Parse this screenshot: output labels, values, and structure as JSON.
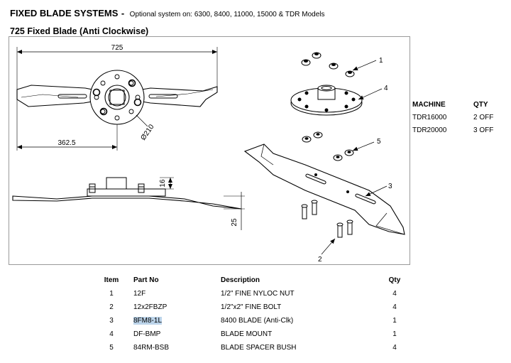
{
  "header": {
    "title": "FIXED BLADE SYSTEMS",
    "dash": "-",
    "subtitle": "Optional system on:  6300, 8400, 11000, 15000 & TDR Models"
  },
  "section_title": "725 Fixed Blade (Anti Clockwise)",
  "dimensions": {
    "overall_length": "725",
    "half_length": "362.5",
    "mount_diameter": "Ø210",
    "mount_height": "16",
    "blade_drop": "25"
  },
  "callouts": [
    "1",
    "2",
    "3",
    "4",
    "5"
  ],
  "machine_table": {
    "headers": [
      "MACHINE",
      "QTY"
    ],
    "rows": [
      [
        "TDR16000",
        "2 OFF"
      ],
      [
        "TDR20000",
        "3 OFF"
      ]
    ]
  },
  "parts_table": {
    "headers": [
      "Item",
      "Part No",
      "Description",
      "Qty"
    ],
    "rows": [
      [
        "1",
        "12F",
        "1/2\" FINE NYLOC NUT",
        "4"
      ],
      [
        "2",
        "12x2FBZP",
        "1/2\"x2\" FINE BOLT",
        "4"
      ],
      [
        "3",
        "8FM8-1L",
        "8400 BLADE (Anti-Clk)",
        "1"
      ],
      [
        "4",
        "DF-BMP",
        "BLADE MOUNT",
        "1"
      ],
      [
        "5",
        "84RM-BSB",
        "BLADE SPACER BUSH",
        "4"
      ]
    ],
    "highlight_colour": "#bcd4ea"
  }
}
